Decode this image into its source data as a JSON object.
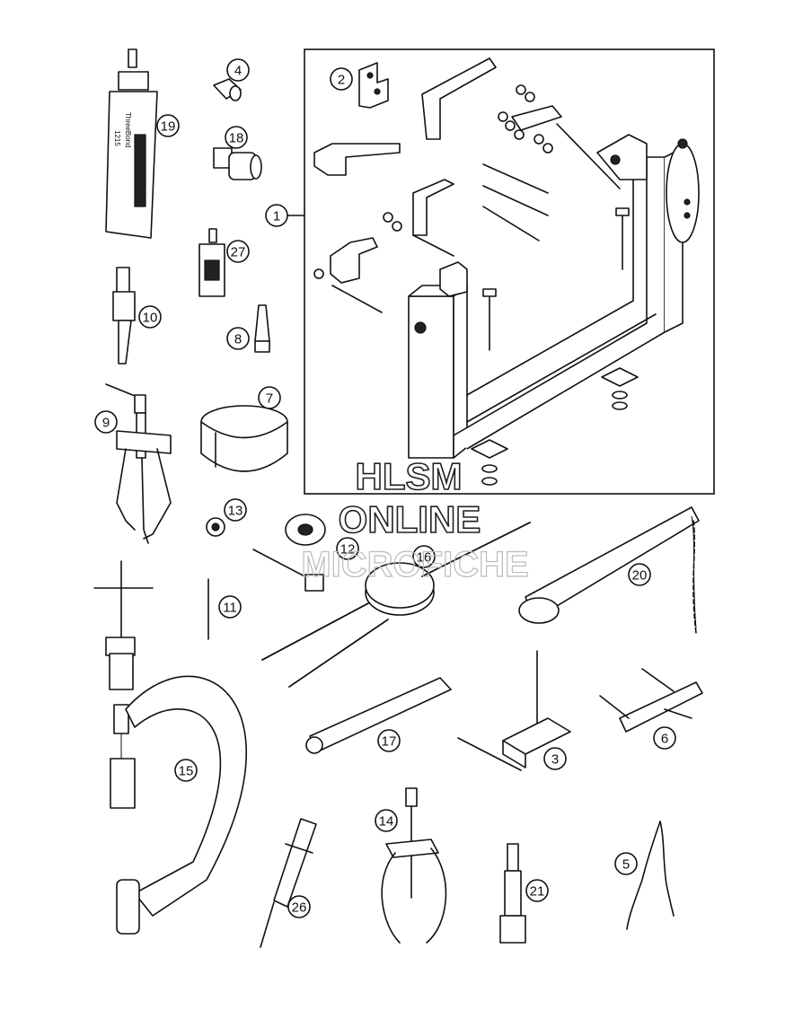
{
  "watermark": {
    "line1": "HLSM",
    "line2": "ONLINE",
    "line3": "MICROFICHE"
  },
  "tube_label": {
    "brand": "ThreeBond",
    "code": "1215"
  },
  "callouts": [
    {
      "id": "c1",
      "label": "1"
    },
    {
      "id": "c2",
      "label": "2"
    },
    {
      "id": "c3",
      "label": "3"
    },
    {
      "id": "c4",
      "label": "4"
    },
    {
      "id": "c5",
      "label": "5"
    },
    {
      "id": "c6",
      "label": "6"
    },
    {
      "id": "c7",
      "label": "7"
    },
    {
      "id": "c8",
      "label": "8"
    },
    {
      "id": "c9",
      "label": "9"
    },
    {
      "id": "c10",
      "label": "10"
    },
    {
      "id": "c11",
      "label": "11"
    },
    {
      "id": "c12",
      "label": "12"
    },
    {
      "id": "c13",
      "label": "13"
    },
    {
      "id": "c14",
      "label": "14"
    },
    {
      "id": "c15",
      "label": "15"
    },
    {
      "id": "c16",
      "label": "16"
    },
    {
      "id": "c17",
      "label": "17"
    },
    {
      "id": "c18",
      "label": "18"
    },
    {
      "id": "c19",
      "label": "19"
    },
    {
      "id": "c20",
      "label": "20"
    },
    {
      "id": "c21",
      "label": "21"
    },
    {
      "id": "c26",
      "label": "26"
    },
    {
      "id": "c27",
      "label": "27"
    }
  ]
}
